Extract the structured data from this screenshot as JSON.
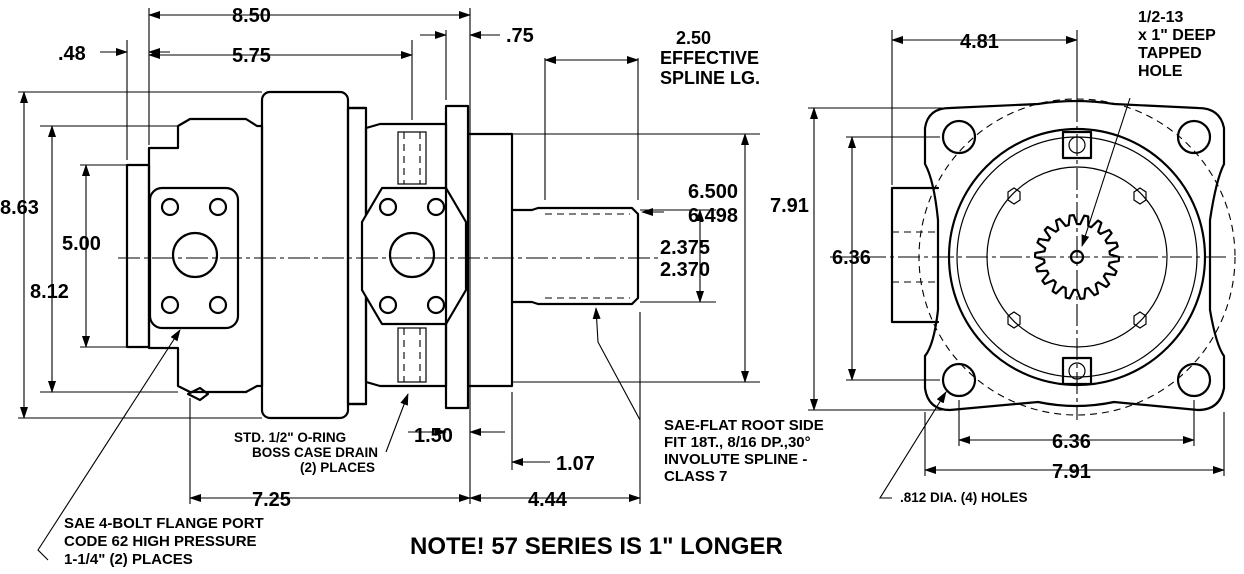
{
  "dimensions": {
    "overall_length": "8.50",
    "flange_offset": ".48",
    "body_length": "5.75",
    "flange_thickness": ".75",
    "height_overall": "8.63",
    "height_body": "8.12",
    "port_centers": "5.00",
    "pilot_dia_max": "6.500",
    "pilot_dia_min": "6.498",
    "shaft_dia_max": "2.375",
    "shaft_dia_min": "2.370",
    "pilot_length": "1.50",
    "shaft_length": "1.07",
    "port_to_mount": "7.25",
    "mount_to_shaft_end": "4.44",
    "bolt_span_top": "4.81",
    "flange_height": "7.91",
    "bolt_circle_vertical": "6.36",
    "bolt_spacing_horizontal": "6.36",
    "flange_width": "7.91"
  },
  "notes": {
    "spline_length": [
      "2.50",
      "EFFECTIVE",
      "SPLINE LG."
    ],
    "tapped_hole": [
      "1/2-13",
      "x 1\" DEEP",
      "TAPPED",
      "HOLE"
    ],
    "case_drain": [
      "STD. 1/2\" O-RING",
      "BOSS CASE DRAIN",
      "(2) PLACES"
    ],
    "spline_spec": [
      "SAE-FLAT ROOT SIDE",
      "FIT 18T., 8/16 DP.,30°",
      "INVOLUTE SPLINE -",
      "CLASS 7"
    ],
    "flange_port": [
      "SAE 4-BOLT FLANGE PORT",
      "CODE 62 HIGH PRESSURE",
      "1-1/4\" (2) PLACES"
    ],
    "mount_holes": ".812 DIA. (4) HOLES",
    "series_note": "NOTE! 57 SERIES IS 1\" LONGER"
  },
  "colors": {
    "ink": "#000000",
    "paper": "#ffffff"
  }
}
